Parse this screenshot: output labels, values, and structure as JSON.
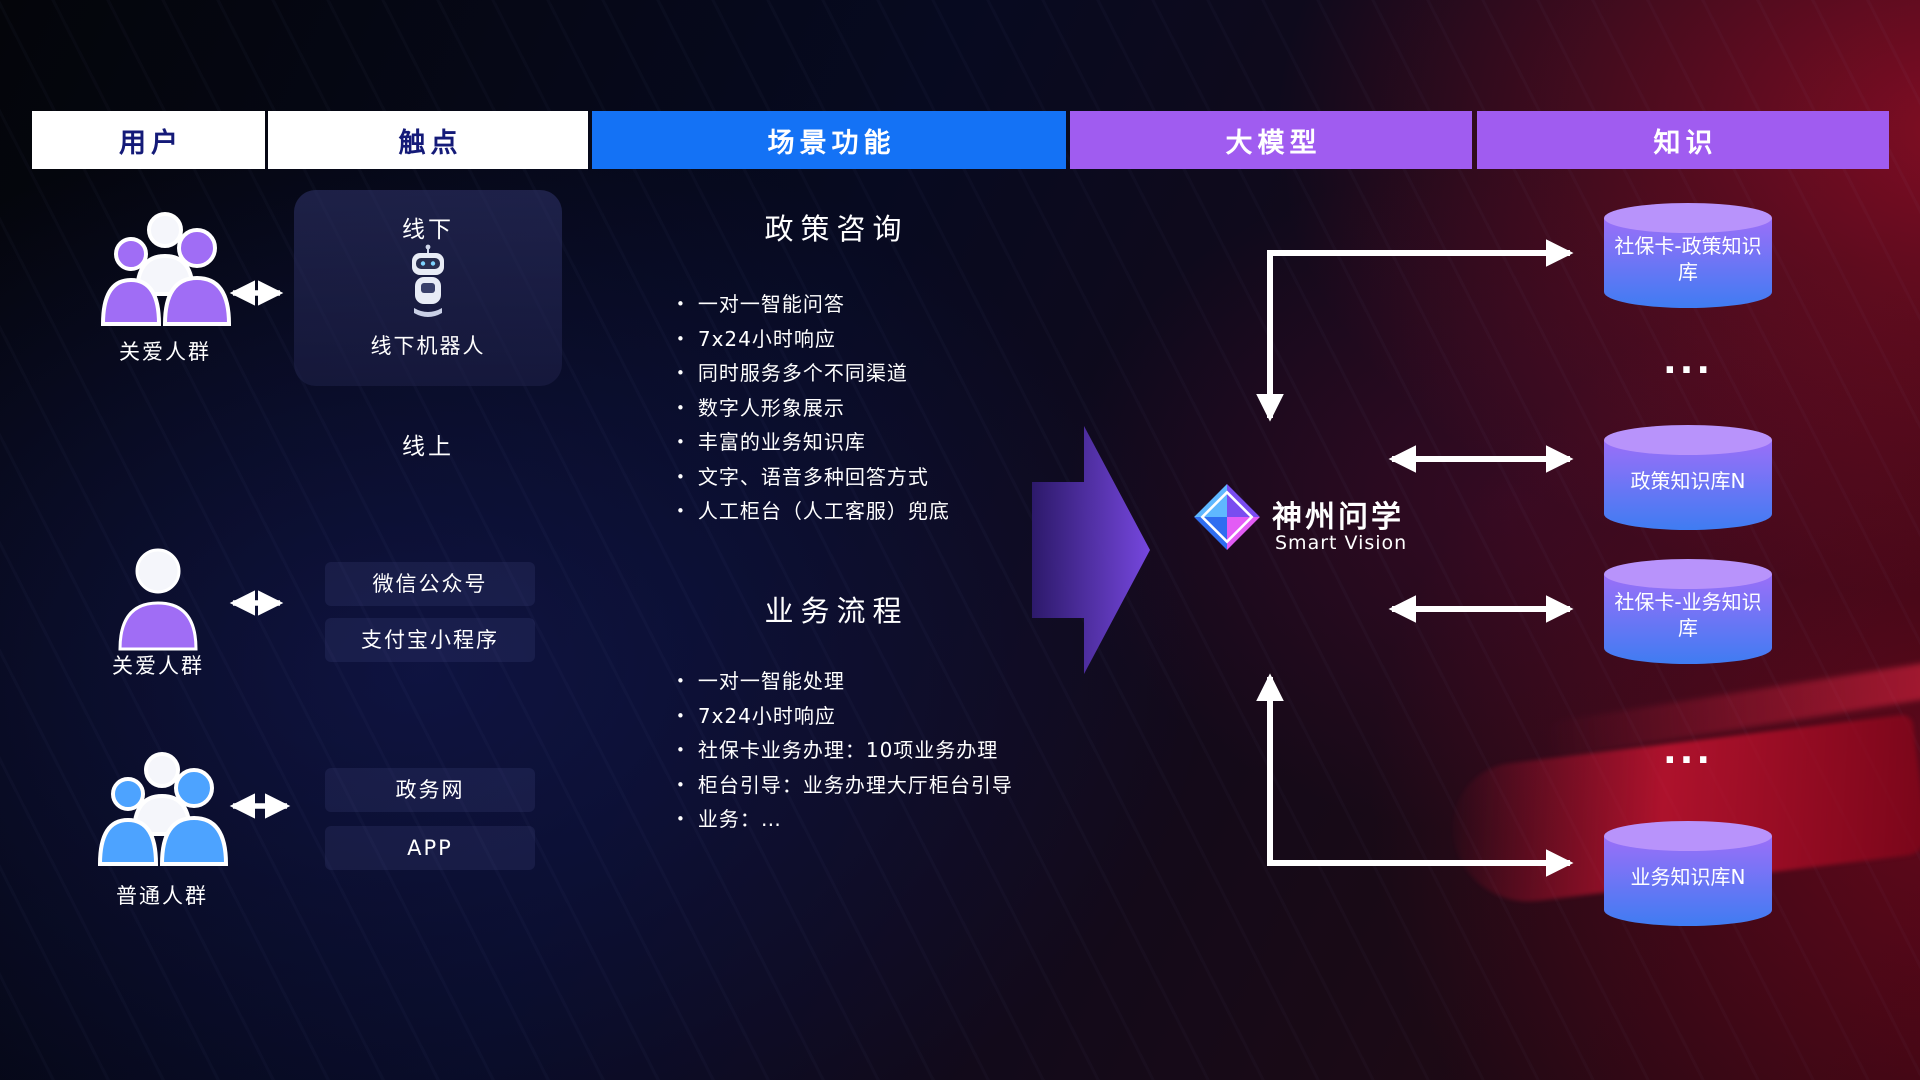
{
  "header": {
    "columns": [
      {
        "label": "用户"
      },
      {
        "label": "触点"
      },
      {
        "label": "场景功能"
      },
      {
        "label": "大模型"
      },
      {
        "label": "知识"
      }
    ]
  },
  "users": [
    {
      "label": "关爱人群",
      "icon": "people-group-icon",
      "color": "#a06df5"
    },
    {
      "label": "关爱人群",
      "icon": "person-icon",
      "color": "#a06df5"
    },
    {
      "label": "普通人群",
      "icon": "people-group-icon",
      "color": "#4da3ff"
    }
  ],
  "touchpoints": {
    "offline": {
      "title": "线下",
      "robot_icon": "robot-icon",
      "robot_label": "线下机器人"
    },
    "online_label": "线上",
    "channels": [
      "微信公众号",
      "支付宝小程序",
      "政务网",
      "APP"
    ]
  },
  "scenarios": [
    {
      "title": "政策咨询",
      "items": [
        "一对一智能问答",
        "7x24小时响应",
        "同时服务多个不同渠道",
        "数字人形象展示",
        "丰富的业务知识库",
        "文字、语音多种回答方式",
        "人工柜台（人工客服）兜底"
      ]
    },
    {
      "title": "业务流程",
      "items": [
        "一对一智能处理",
        "7x24小时响应",
        "社保卡业务办理：10项业务办理",
        "柜台引导：业务办理大厅柜台引导",
        "业务：…"
      ]
    }
  ],
  "model": {
    "name": "神州问学",
    "subtitle": "Smart Vision",
    "logo_icon": "diamond-logo-icon"
  },
  "knowledge": {
    "databases": [
      "社保卡-政策知识库",
      "政策知识库N",
      "社保卡-业务知识库",
      "业务知识库N"
    ],
    "dots": "..."
  },
  "colors": {
    "header_light_bg": "#ffffff",
    "header_light_text": "#141a78",
    "header_blue_bg": "#1472f5",
    "header_purple_bg": "#a05cf0",
    "user_purple": "#a06df5",
    "user_blue": "#4da3ff",
    "connector": "#ffffff",
    "flow_arrow_start": "#2e1a6e",
    "flow_arrow_end": "#7b4ae8",
    "cylinder_top": "#b893fb",
    "cylinder_body_top": "#9b6ff8",
    "cylinder_body_bottom": "#3f7cf2"
  }
}
